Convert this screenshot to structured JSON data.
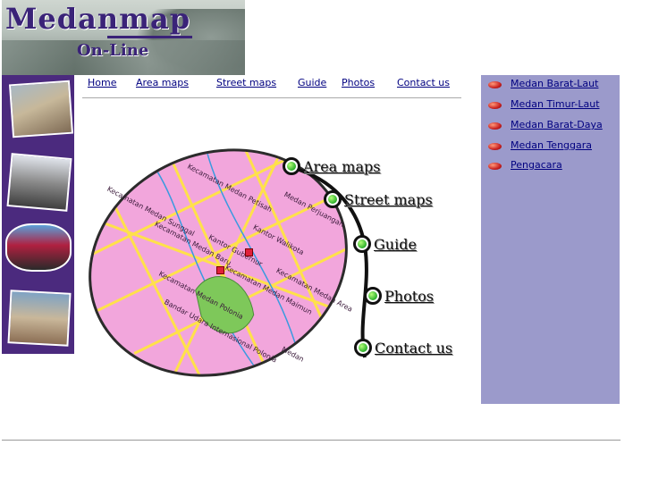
{
  "logo": {
    "title": "Medanmap",
    "subtitle": "On-Line"
  },
  "nav": [
    {
      "label": "Home"
    },
    {
      "label": "Area maps"
    },
    {
      "label": "Street maps"
    },
    {
      "label": "Guide"
    },
    {
      "label": "Photos"
    },
    {
      "label": "Contact us"
    }
  ],
  "curved_menu": [
    {
      "label": "Area maps"
    },
    {
      "label": "Street maps"
    },
    {
      "label": "Guide"
    },
    {
      "label": "Photos"
    },
    {
      "label": "Contact us"
    }
  ],
  "map_labels": [
    "Kecamatan Medan Petisah",
    "Kecamatan Medan Sunggal",
    "Kecamatan Medan Baru",
    "Kantor Gubernur",
    "Kantor Walikota",
    "Kecamatan Medan Polonia",
    "Kecamatan Medan Maimun",
    "Kecamatan Medan Area",
    "Bandar Udara Internasional Polonia",
    "Medan Perjuangan",
    "Medan"
  ],
  "districts": [
    {
      "label": "Medan Barat-Laut"
    },
    {
      "label": "Medan Timur-Laut"
    },
    {
      "label": "Medan Barat-Daya"
    },
    {
      "label": "Medan Tenggara"
    },
    {
      "label": "Pengacara"
    }
  ]
}
